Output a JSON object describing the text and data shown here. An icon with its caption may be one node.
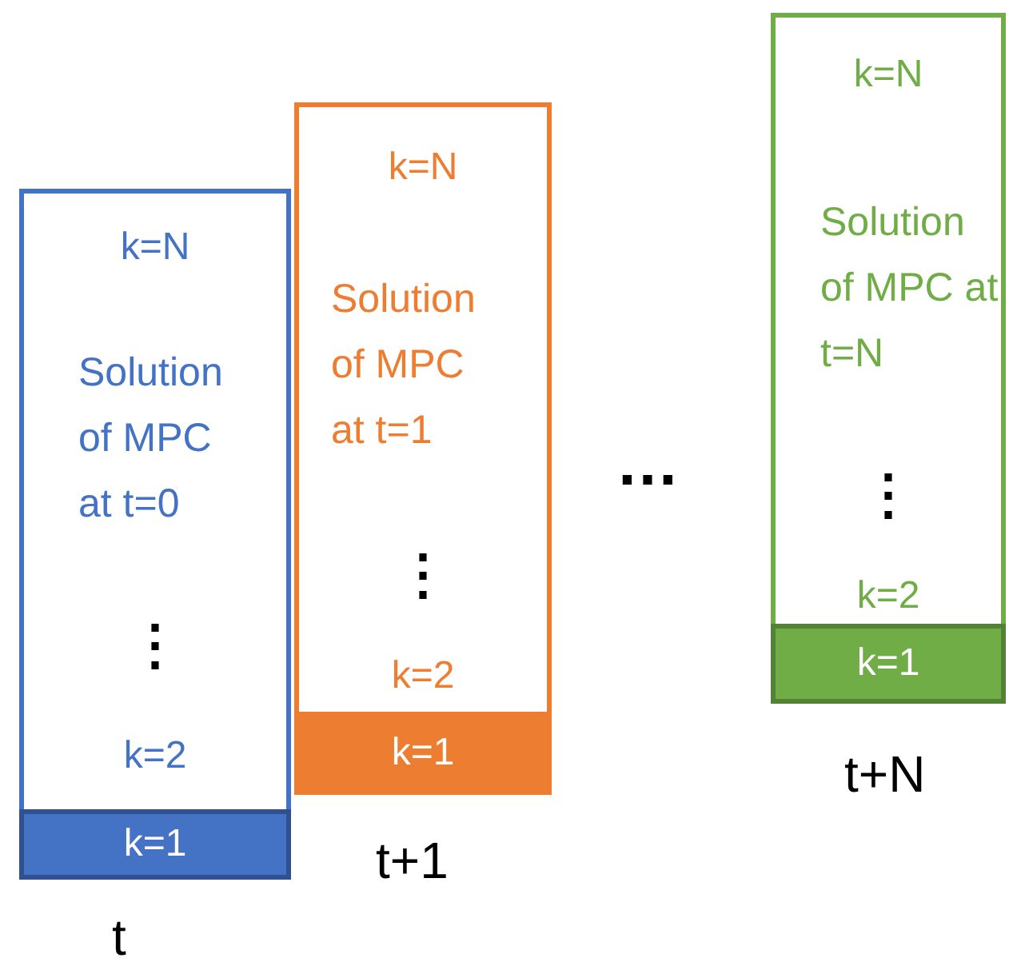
{
  "diagram": {
    "nodes": [
      {
        "text": [
          "k=N",
          "Solution of MPC at t=0",
          "⋮",
          "k=2"
        ],
        "beside": [
          "t"
        ]
      },
      {
        "text": [
          "k=1"
        ],
        "in": 0
      },
      {
        "text": [
          "k=N",
          "Solution of MPC at t=1",
          "⋮",
          "k=2"
        ],
        "beside": [
          "t+1"
        ]
      },
      {
        "text": [
          "k=1"
        ],
        "in": 2
      },
      {
        "text": [
          "k=N",
          "Solution of MPC at t=N",
          "⋮",
          "k=2"
        ],
        "beside": [
          "t+N"
        ]
      },
      {
        "text": [
          "k=1"
        ],
        "in": 4
      }
    ],
    "edges": [],
    "labels": [
      "…"
    ]
  }
}
